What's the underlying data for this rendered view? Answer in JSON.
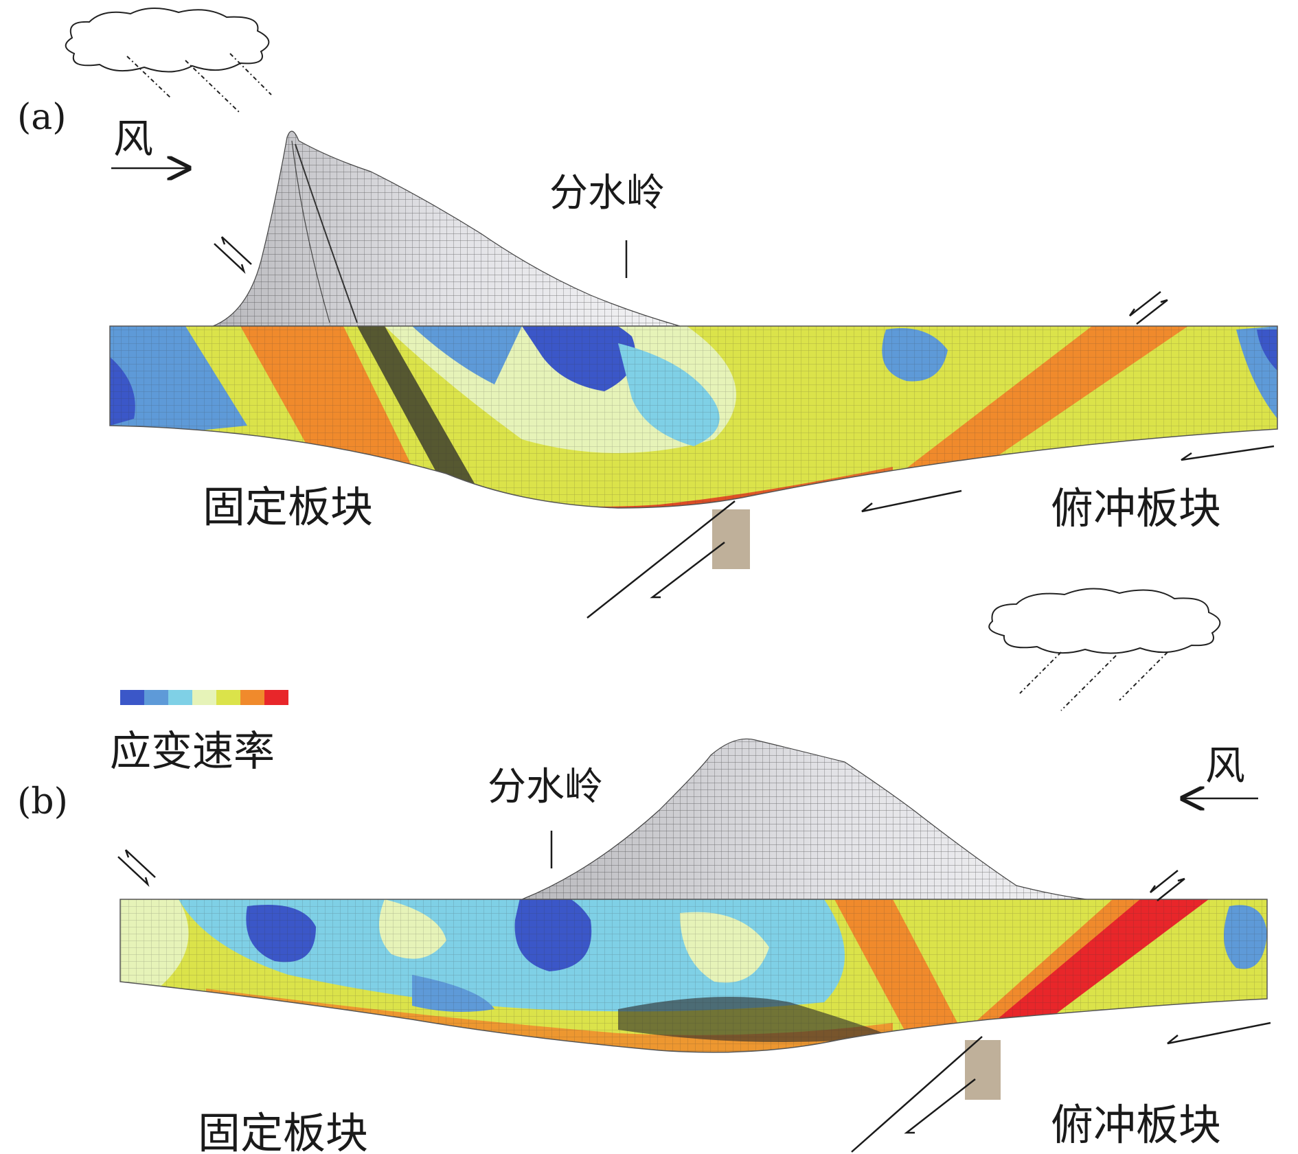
{
  "legend": {
    "title": "应变速率",
    "colors": [
      "#3b57c8",
      "#5e9ad8",
      "#7fd0e6",
      "#e6f3b8",
      "#dbe34a",
      "#f08a2c",
      "#e8262a"
    ]
  },
  "panel_a": {
    "letter": "(a)",
    "wind_label": "风",
    "divide_label": "分水岭",
    "fixed_plate_label": "固定板块",
    "subducting_plate_label": "俯冲板块"
  },
  "panel_b": {
    "letter": "(b)",
    "wind_label": "风",
    "divide_label": "分水岭",
    "fixed_plate_label": "固定板块",
    "subducting_plate_label": "俯冲板块"
  }
}
